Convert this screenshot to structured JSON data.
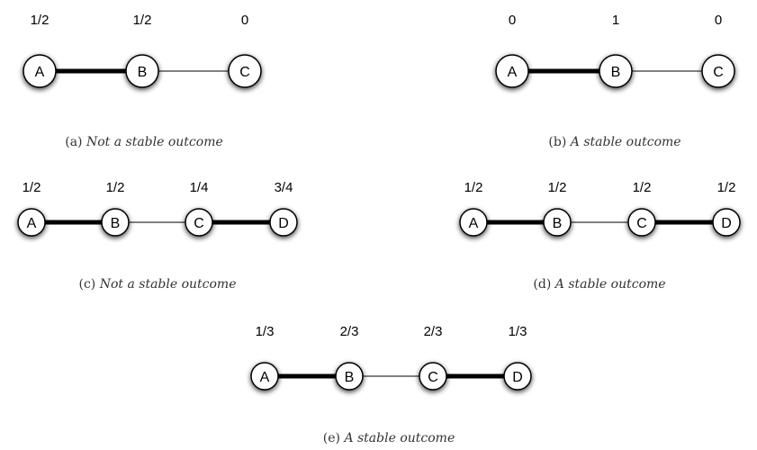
{
  "panels": [
    {
      "id": "a",
      "caption_prefix": "(a)",
      "caption_text": "Not a stable outcome",
      "nodes": [
        {
          "label": "A",
          "value": "1/2"
        },
        {
          "label": "B",
          "value": "1/2"
        },
        {
          "label": "C",
          "value": "0"
        }
      ],
      "edges": [
        {
          "from": "A",
          "to": "B",
          "weight": "thick"
        },
        {
          "from": "B",
          "to": "C",
          "weight": "thin"
        }
      ]
    },
    {
      "id": "b",
      "caption_prefix": "(b)",
      "caption_text": "A stable outcome",
      "nodes": [
        {
          "label": "A",
          "value": "0"
        },
        {
          "label": "B",
          "value": "1"
        },
        {
          "label": "C",
          "value": "0"
        }
      ],
      "edges": [
        {
          "from": "A",
          "to": "B",
          "weight": "thick"
        },
        {
          "from": "B",
          "to": "C",
          "weight": "thin"
        }
      ]
    },
    {
      "id": "c",
      "caption_prefix": "(c)",
      "caption_text": "Not a stable outcome",
      "nodes": [
        {
          "label": "A",
          "value": "1/2"
        },
        {
          "label": "B",
          "value": "1/2"
        },
        {
          "label": "C",
          "value": "1/4"
        },
        {
          "label": "D",
          "value": "3/4"
        }
      ],
      "edges": [
        {
          "from": "A",
          "to": "B",
          "weight": "thick"
        },
        {
          "from": "B",
          "to": "C",
          "weight": "thin"
        },
        {
          "from": "C",
          "to": "D",
          "weight": "thick"
        }
      ]
    },
    {
      "id": "d",
      "caption_prefix": "(d)",
      "caption_text": "A stable outcome",
      "nodes": [
        {
          "label": "A",
          "value": "1/2"
        },
        {
          "label": "B",
          "value": "1/2"
        },
        {
          "label": "C",
          "value": "1/2"
        },
        {
          "label": "D",
          "value": "1/2"
        }
      ],
      "edges": [
        {
          "from": "A",
          "to": "B",
          "weight": "thick"
        },
        {
          "from": "B",
          "to": "C",
          "weight": "thin"
        },
        {
          "from": "C",
          "to": "D",
          "weight": "thick"
        }
      ]
    },
    {
      "id": "e",
      "caption_prefix": "(e)",
      "caption_text": "A stable outcome",
      "nodes": [
        {
          "label": "A",
          "value": "1/3"
        },
        {
          "label": "B",
          "value": "2/3"
        },
        {
          "label": "C",
          "value": "2/3"
        },
        {
          "label": "D",
          "value": "1/3"
        }
      ],
      "edges": [
        {
          "from": "A",
          "to": "B",
          "weight": "thick"
        },
        {
          "from": "B",
          "to": "C",
          "weight": "thin"
        },
        {
          "from": "C",
          "to": "D",
          "weight": "thick"
        }
      ]
    }
  ]
}
